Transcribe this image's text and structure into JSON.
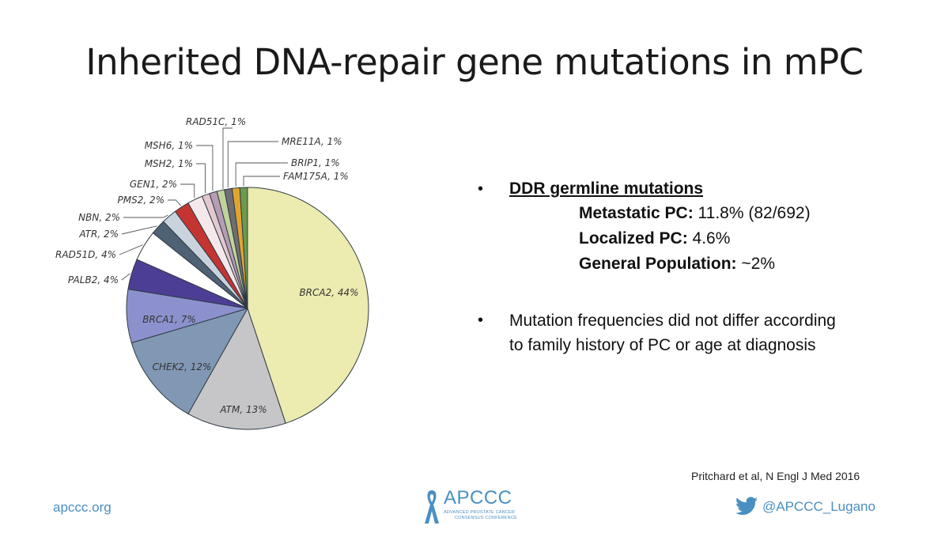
{
  "slide": {
    "title": "Inherited DNA-repair gene mutations in mPC",
    "bullets": {
      "ddr_heading": "DDR germline mutations",
      "stats": [
        {
          "label": "Metastatic PC:",
          "value": "11.8% (82/692)"
        },
        {
          "label": "Localized PC:",
          "value": "4.6%"
        },
        {
          "label": "General Population:",
          "value": "~2%"
        }
      ],
      "second": "Mutation frequencies did not differ according to family history of PC or age at diagnosis"
    },
    "citation": "Pritchard et al, N Engl J Med 2016",
    "footer": {
      "url": "apccc.org",
      "logo_name": "APCCC",
      "logo_tagline_1": "ADVANCED PROSTATE CANCER",
      "logo_tagline_2": "CONSENSUS CONFERENCE",
      "twitter_icon": "twitter-bird-icon",
      "twitter_handle": "@APCCC_Lugano"
    },
    "colors": {
      "accent": "#4a8fc2"
    }
  },
  "chart_data": {
    "type": "pie",
    "start_angle_deg": 0,
    "direction": "clockwise",
    "slices": [
      {
        "gene": "BRCA2",
        "label": "BRCA2, 44%",
        "value": 44,
        "color": "#ecebb0",
        "inside": true
      },
      {
        "gene": "ATM",
        "label": "ATM, 13%",
        "value": 13,
        "color": "#c6c6c8",
        "inside": true
      },
      {
        "gene": "CHEK2",
        "label": "CHEK2, 12%",
        "value": 12,
        "color": "#8198b4",
        "inside": true
      },
      {
        "gene": "BRCA1",
        "label": "BRCA1, 7%",
        "value": 7,
        "color": "#8c91ce",
        "inside": true
      },
      {
        "gene": "PALB2",
        "label": "PALB2, 4%",
        "value": 4,
        "color": "#4d3e95",
        "inside": false
      },
      {
        "gene": "RAD51D",
        "label": "RAD51D, 4%",
        "value": 4,
        "color": "#ffffff",
        "inside": false
      },
      {
        "gene": "ATR",
        "label": "ATR, 2%",
        "value": 2,
        "color": "#4f6175",
        "inside": false
      },
      {
        "gene": "NBN",
        "label": "NBN, 2%",
        "value": 2,
        "color": "#c9d3de",
        "inside": false
      },
      {
        "gene": "PMS2",
        "label": "PMS2, 2%",
        "value": 2,
        "color": "#c43532",
        "inside": false
      },
      {
        "gene": "GEN1",
        "label": "GEN1, 2%",
        "value": 2,
        "color": "#f4e8ea",
        "inside": false
      },
      {
        "gene": "MSH2",
        "label": "MSH2, 1%",
        "value": 1,
        "color": "#e3c9cf",
        "inside": false
      },
      {
        "gene": "MSH6",
        "label": "MSH6, 1%",
        "value": 1,
        "color": "#b59db4",
        "inside": false
      },
      {
        "gene": "RAD51C",
        "label": "RAD51C, 1%",
        "value": 1,
        "color": "#c2d39a",
        "inside": false
      },
      {
        "gene": "MRE11A",
        "label": "MRE11A, 1%",
        "value": 1,
        "color": "#6e6f74",
        "inside": false
      },
      {
        "gene": "BRIP1",
        "label": "BRIP1, 1%",
        "value": 1,
        "color": "#e1a52e",
        "inside": false
      },
      {
        "gene": "FAM175A",
        "label": "FAM175A, 1%",
        "value": 1,
        "color": "#6d9a4e",
        "inside": false
      }
    ]
  }
}
